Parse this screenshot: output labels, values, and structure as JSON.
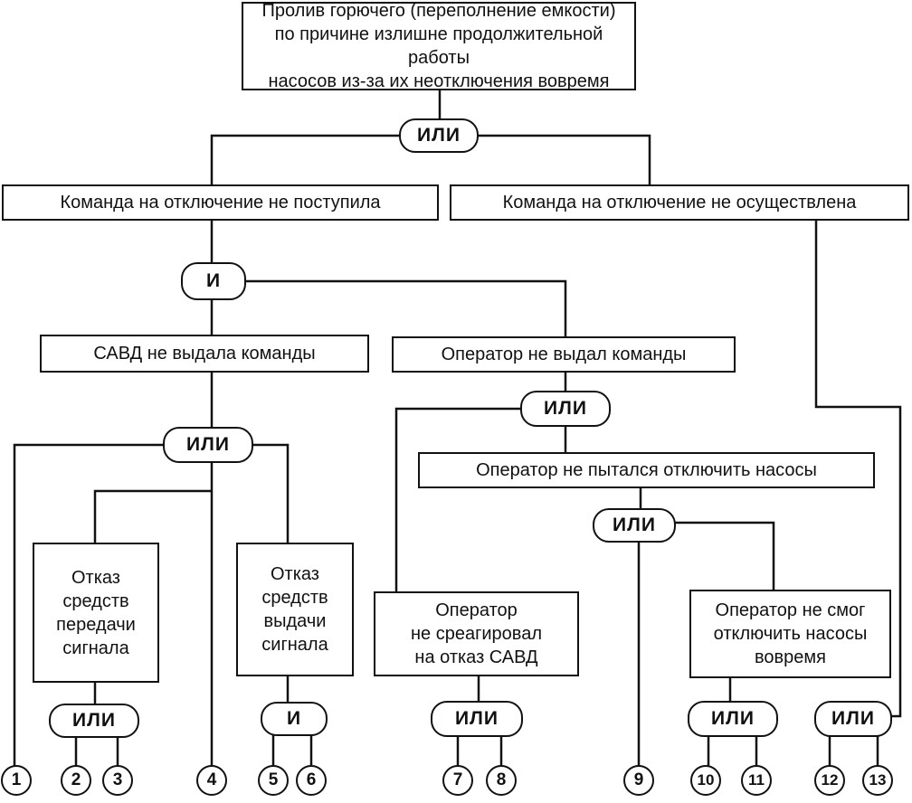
{
  "diagram": {
    "top_event": "Пролив горючего (переполнение емкости)\nпо причине излишне продолжительной работы\nнасосов из-за их неотключения вовремя",
    "gate_or_label": "ИЛИ",
    "gate_and_label": "И",
    "cmd_not_received": "Команда на отключение не поступила",
    "cmd_not_executed": "Команда на отключение не осуществлена",
    "savd_no_command": "САВД не выдала команды",
    "operator_no_command": "Оператор не выдал команды",
    "operator_no_attempt": "Оператор не пытался отключить насосы",
    "fail_transmission": "Отказ\nсредств\nпередачи\nсигнала",
    "fail_output": "Отказ\nсредств\nвыдачи\nсигнала",
    "operator_no_react": "Оператор\nне среагировал\nна отказ САВД",
    "operator_cant_stop": "Оператор не смог\nотключить насосы\nвовремя",
    "basic_events": [
      "1",
      "2",
      "3",
      "4",
      "5",
      "6",
      "7",
      "8",
      "9",
      "10",
      "11",
      "12",
      "13"
    ]
  }
}
